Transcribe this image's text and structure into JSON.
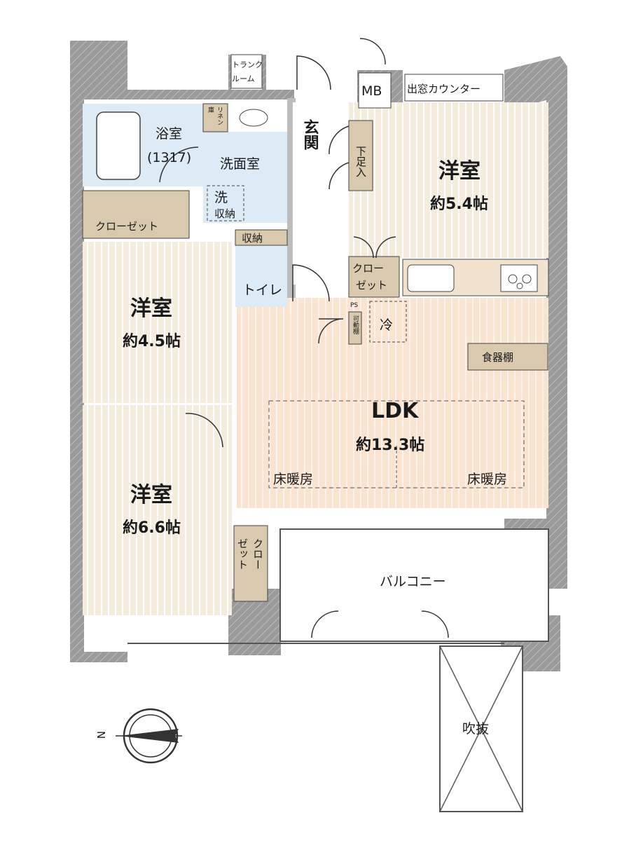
{
  "rooms": {
    "western_top_right": {
      "name": "洋室",
      "area": "約5.4帖"
    },
    "western_left_upper": {
      "name": "洋室",
      "area": "約4.5帖"
    },
    "western_left_lower": {
      "name": "洋室",
      "area": "約6.6帖"
    },
    "ldk": {
      "name": "LDK",
      "area": "約13.3帖",
      "heating": "床暖房"
    },
    "bath": {
      "name": "浴室",
      "size": "(1317)"
    },
    "washroom": {
      "name": "洗面室"
    },
    "toilet": {
      "name": "トイレ"
    },
    "entrance": {
      "name": "玄関"
    },
    "balcony": {
      "name": "バルコニー"
    },
    "void": {
      "name": "吹抜"
    }
  },
  "storage": {
    "trunk_room": [
      "トランク",
      "ルーム"
    ],
    "mb": "MB",
    "window_counter": "出窓カウンター",
    "linen": [
      "リネン",
      "庫"
    ],
    "washer": "洗",
    "storage_label": "収納",
    "closet": "クローゼット",
    "closet_small": [
      "クロー",
      "ゼット"
    ],
    "closet_vertical": [
      "クロー",
      "ゼット"
    ],
    "shoe_box": "下足入",
    "ps": "PS",
    "movable_shelf": "可動棚",
    "fridge": "冷",
    "cupboard": "食器棚"
  },
  "compass": {
    "north": "N"
  },
  "colors": {
    "wall": "#9a9a9a",
    "wood": "#f4ecdc",
    "ldk": "#f8e7d6",
    "wet": "#dcebf5",
    "storage": "#d9c9ae"
  }
}
